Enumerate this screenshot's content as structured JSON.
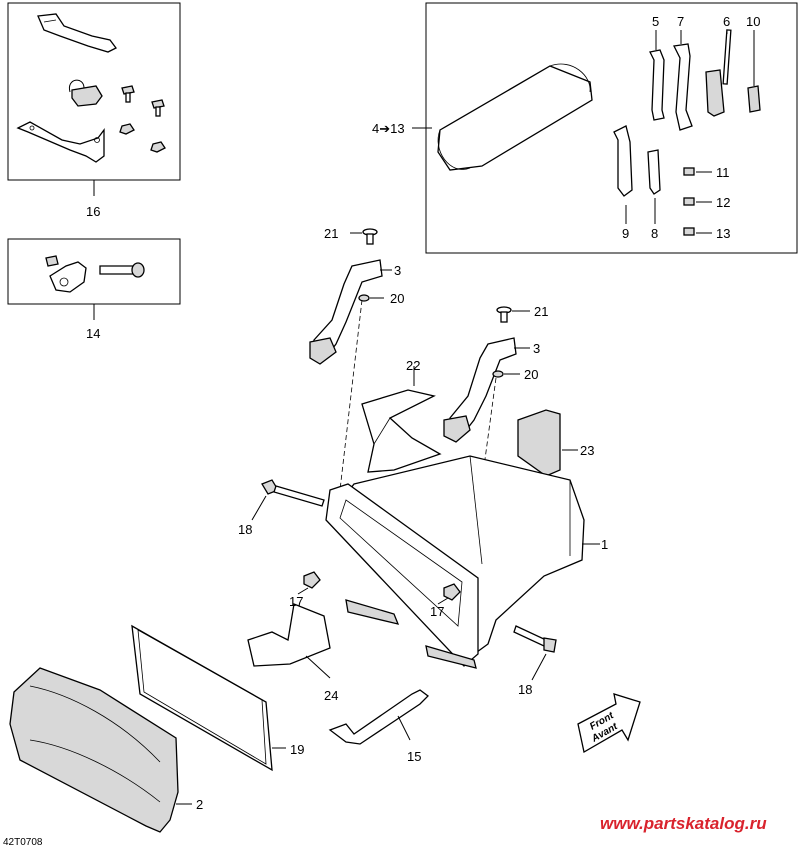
{
  "diagram": {
    "drawing_code": "42T0708",
    "watermark": "www.partskatalog.ru",
    "direction_arrow": {
      "line1": "Front",
      "line2": "Avant"
    },
    "callouts": {
      "c1": "1",
      "c2": "2",
      "c3a": "3",
      "c3b": "3",
      "c4to13": "4➔13",
      "c5": "5",
      "c6": "6",
      "c7": "7",
      "c8": "8",
      "c9": "9",
      "c10": "10",
      "c11": "11",
      "c12": "12",
      "c13": "13",
      "c14": "14",
      "c15": "15",
      "c16": "16",
      "c17a": "17",
      "c17b": "17",
      "c18a": "18",
      "c18b": "18",
      "c19": "19",
      "c20a": "20",
      "c20b": "20",
      "c21a": "21",
      "c21b": "21",
      "c22": "22",
      "c23": "23",
      "c24": "24"
    }
  }
}
